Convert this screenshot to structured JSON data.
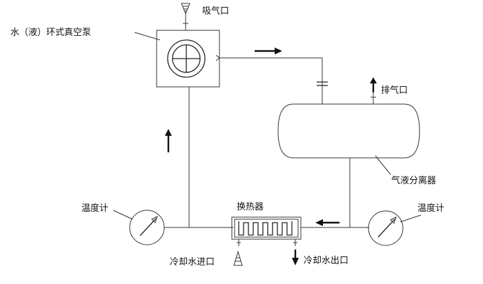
{
  "labels": {
    "suction_inlet": "吸气口",
    "pump": "水（液）环式真空泵",
    "exhaust": "排气口",
    "separator": "气液分离器",
    "heat_exchanger": "换热器",
    "thermometer_left": "温度计",
    "thermometer_right": "温度计",
    "cooling_water_in": "冷却水进口",
    "cooling_water_out": "冷却水出口"
  }
}
